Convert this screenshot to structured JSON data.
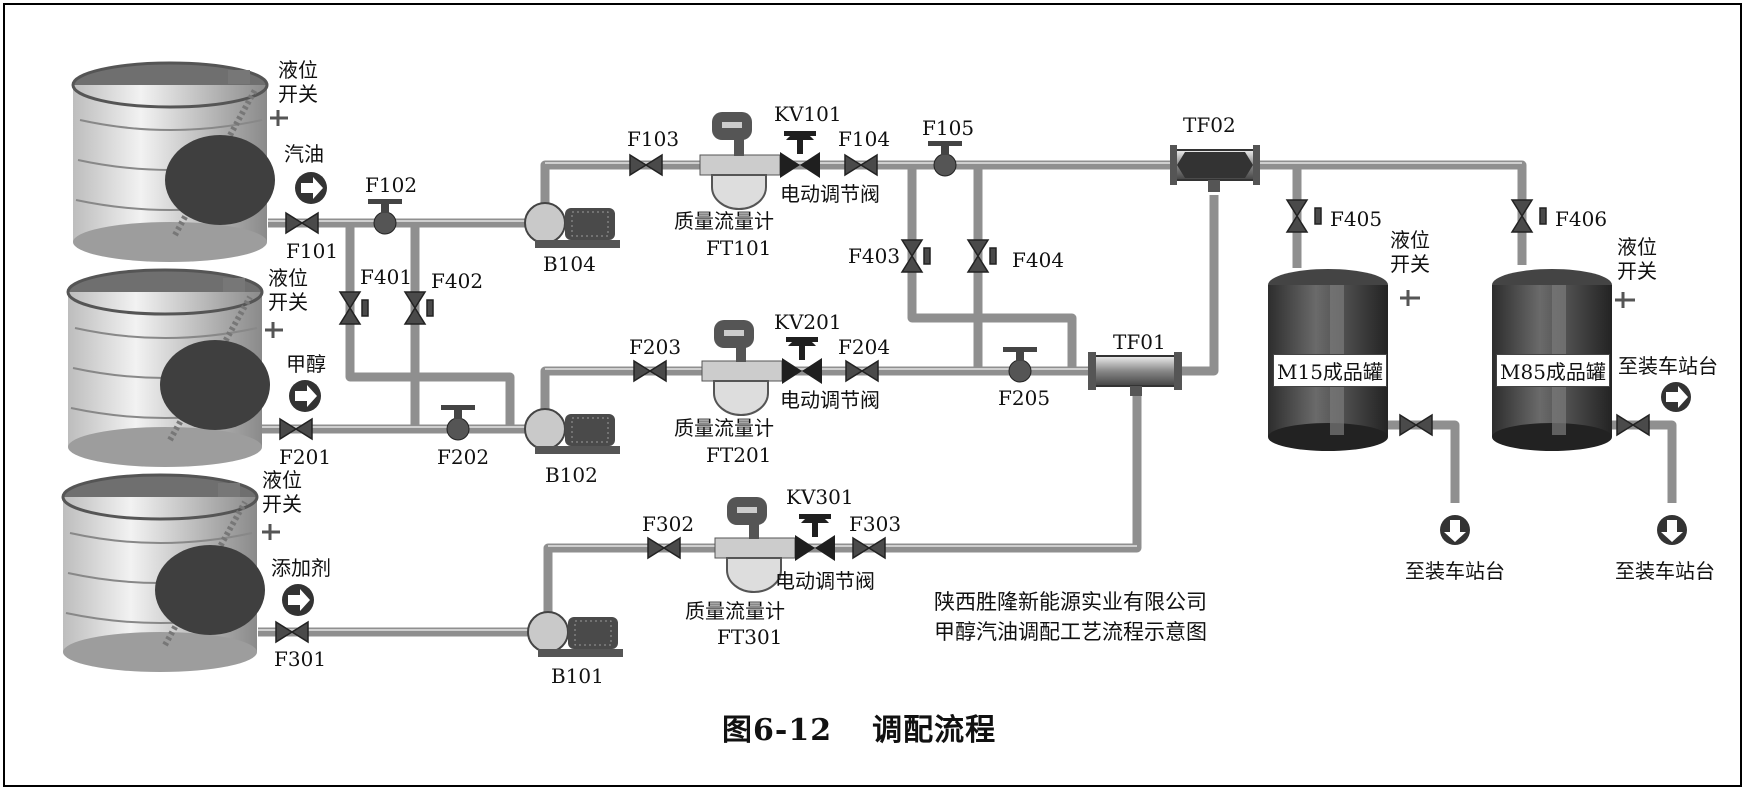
{
  "caption": {
    "figure": "图6-12",
    "title": "调配流程"
  },
  "note": {
    "line1": "陕西胜隆新能源实业有限公司",
    "line2": "甲醇汽油调配工艺流程示意图"
  },
  "feeds": {
    "gasoline": "汽油",
    "methanol": "甲醇",
    "additive": "添加剂"
  },
  "level_switch": {
    "gasoline": "液位\n开关",
    "methanol": "液位\n开关",
    "additive": "液位\n开关",
    "m15": "液位\n开关",
    "m85": "液位\n开关"
  },
  "valves": {
    "F101": "F101",
    "F102": "F102",
    "F103": "F103",
    "F104": "F104",
    "F105": "F105",
    "F201": "F201",
    "F202": "F202",
    "F203": "F203",
    "F204": "F204",
    "F205": "F205",
    "F301": "F301",
    "F302": "F302",
    "F303": "F303",
    "F401": "F401",
    "F402": "F402",
    "F403": "F403",
    "F404": "F404",
    "F405": "F405",
    "F406": "F406"
  },
  "pumps": {
    "B104": "B104",
    "B102": "B102",
    "B101": "B101"
  },
  "control_valves": {
    "KV101": "KV101",
    "KV201": "KV201",
    "KV301": "KV301",
    "label": "电动调节阀"
  },
  "flowmeters": {
    "label": "质量流量计",
    "FT101": "FT101",
    "FT201": "FT201",
    "FT301": "FT301"
  },
  "mixers": {
    "TF01": "TF01",
    "TF02": "TF02"
  },
  "product_tanks": {
    "M15": "M15成品罐",
    "M85": "M85成品罐"
  },
  "outlets": {
    "m15": "至装车站台",
    "m85": "至装车站台",
    "side": "至装车站台"
  },
  "colors": {
    "pipe": "#8f8f8f",
    "pipe_dark": "#4a4a4a",
    "tank_dark": "#3a3a3a",
    "valve": "#555555"
  }
}
